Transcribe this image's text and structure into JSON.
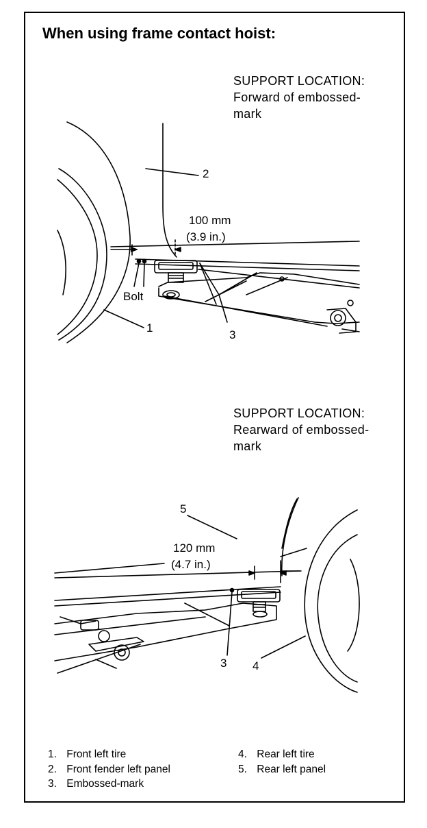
{
  "title": "When using frame contact hoist:",
  "diagram1": {
    "support_heading": "SUPPORT LOCATION:",
    "support_line2": "Forward of embossed-",
    "support_line3": "mark",
    "measure_mm": "100 mm",
    "measure_in": "(3.9 in.)",
    "bolt_label": "Bolt",
    "callouts": [
      "1",
      "2",
      "3"
    ]
  },
  "diagram2": {
    "support_heading": "SUPPORT LOCATION:",
    "support_line2": "Rearward of embossed-",
    "support_line3": "mark",
    "measure_mm": "120 mm",
    "measure_in": "(4.7 in.)",
    "callouts": [
      "3",
      "4",
      "5"
    ]
  },
  "legend": [
    {
      "num": "1.",
      "text": "Front left tire"
    },
    {
      "num": "2.",
      "text": "Front fender left panel"
    },
    {
      "num": "3.",
      "text": "Embossed-mark"
    },
    {
      "num": "4.",
      "text": "Rear left tire"
    },
    {
      "num": "5.",
      "text": "Rear left panel"
    }
  ]
}
